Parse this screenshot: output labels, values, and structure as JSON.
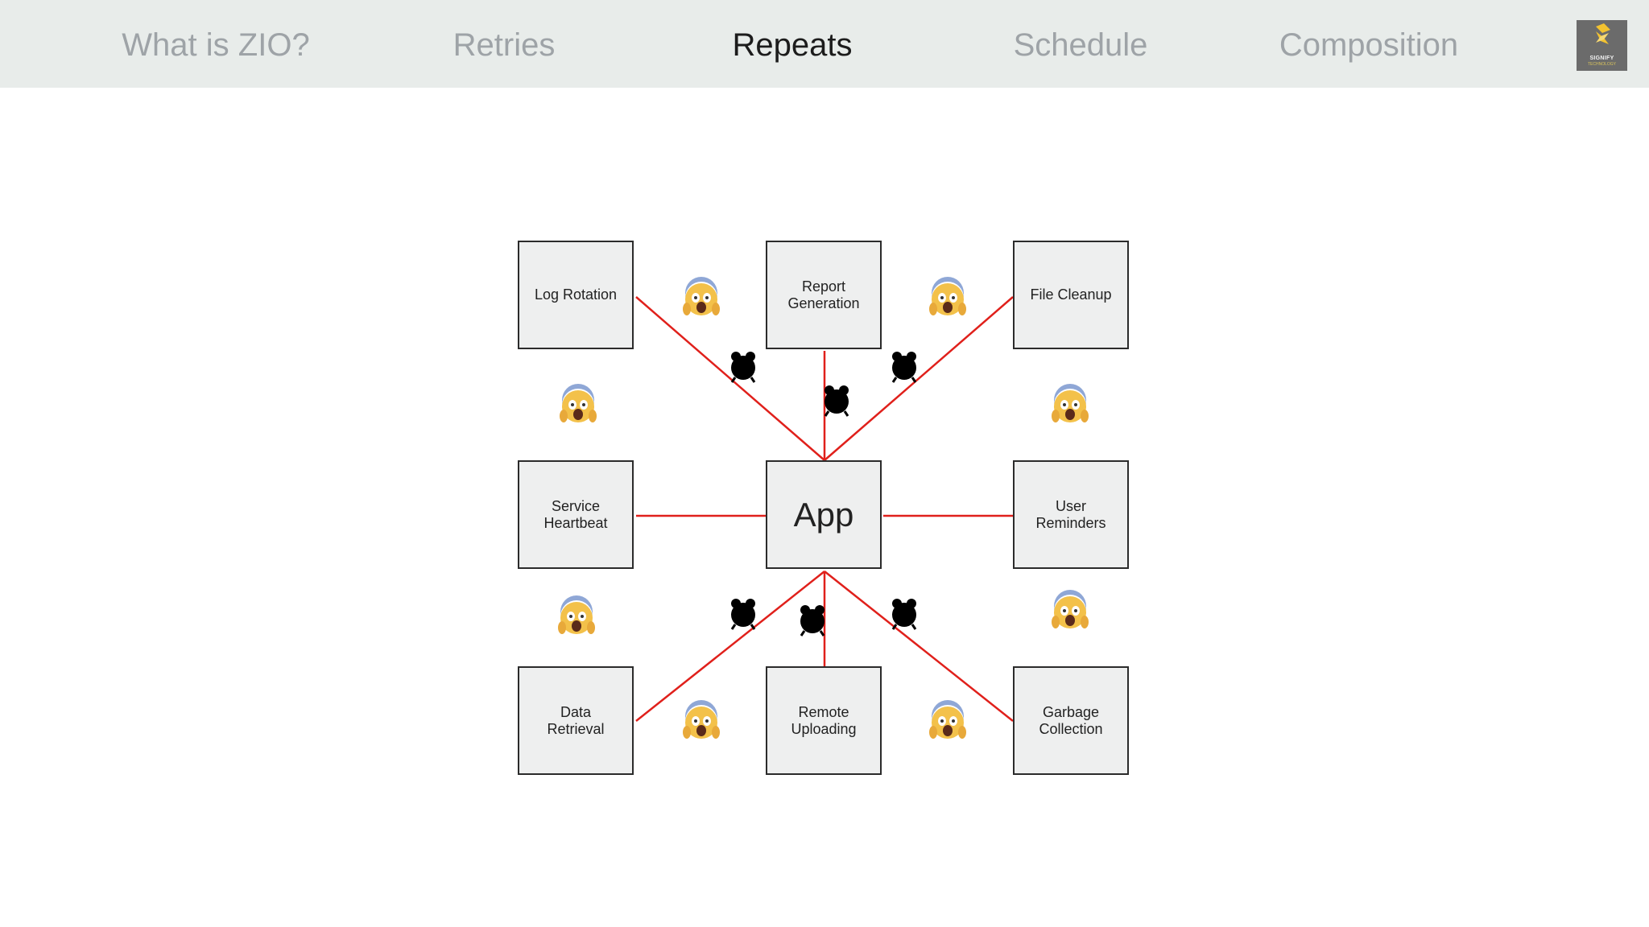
{
  "nav": {
    "tabs": [
      {
        "label": "What is ZIO?",
        "active": false
      },
      {
        "label": "Retries",
        "active": false
      },
      {
        "label": "Repeats",
        "active": true
      },
      {
        "label": "Schedule",
        "active": false
      },
      {
        "label": "Composition",
        "active": false
      }
    ]
  },
  "logo": {
    "text": "SIGNIFY",
    "subtext": "TECHNOLOGY",
    "accent": "#f2c230"
  },
  "diagram": {
    "center": "App",
    "tasks": {
      "top_left": "Log Rotation",
      "top": "Report\nGeneration",
      "top_right": "File Cleanup",
      "left": "Service\nHeartbeat",
      "right": "User\nReminders",
      "bottom_left": "Data\nRetrieval",
      "bottom": "Remote\nUploading",
      "bottom_right": "Garbage\nCollection"
    },
    "connector_color": "#e0201b",
    "scream_icon": "😱"
  }
}
